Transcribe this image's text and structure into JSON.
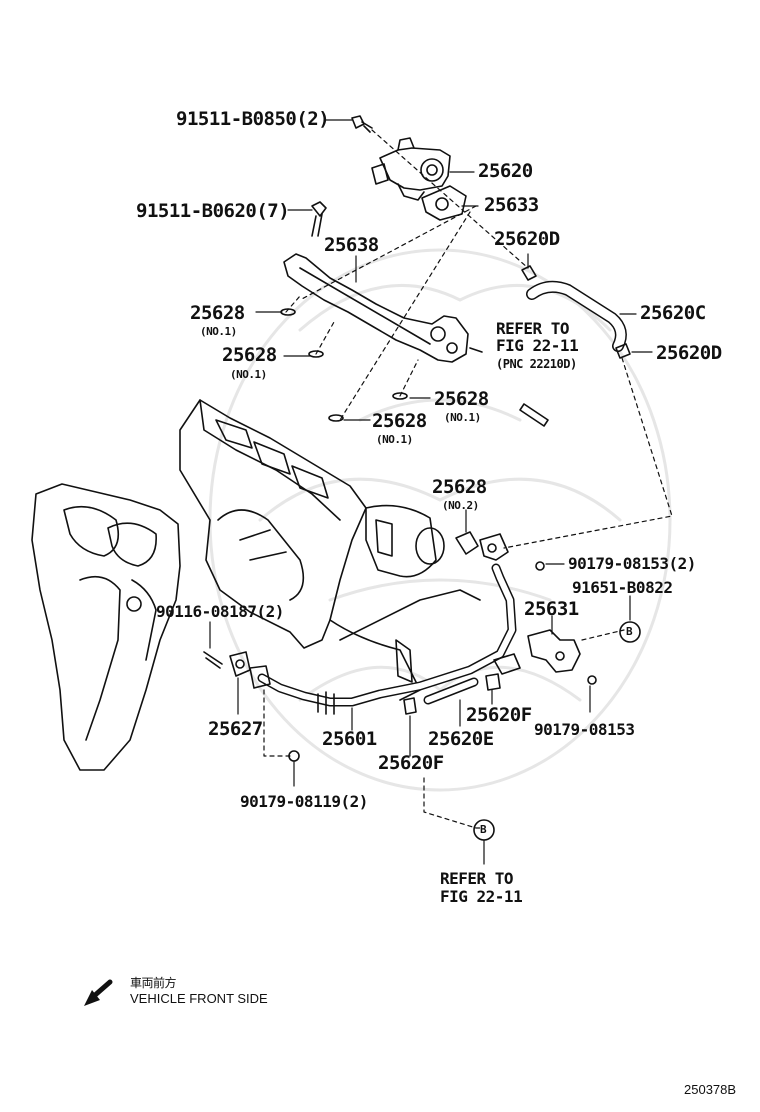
{
  "diagram": {
    "labels": {
      "p91511_b0850": "91511-B0850(2)",
      "p25620": "25620",
      "p25633": "25633",
      "p91511_b0620": "91511-B0620(7)",
      "p25638": "25638",
      "p25620d_top": "25620D",
      "p25620c": "25620C",
      "p25620d_right": "25620D",
      "p25628_a": "25628",
      "p25628_a_note": "(NO.1)",
      "p25628_b": "25628",
      "p25628_b_note": "(NO.1)",
      "p25628_c": "25628",
      "p25628_c_note": "(NO.1)",
      "p25628_d": "25628",
      "p25628_d_note": "(NO.1)",
      "p25628_e": "25628",
      "p25628_e_note": "(NO.2)",
      "p90179_08153_2": "90179-08153(2)",
      "p91651_b0822": "91651-B0822",
      "p25631": "25631",
      "p90116_08187": "90116-08187(2)",
      "p25627": "25627",
      "p25601": "25601",
      "p25620e": "25620E",
      "p25620f_a": "25620F",
      "p25620f_b": "25620F",
      "p90179_08153": "90179-08153",
      "p90179_08119": "90179-08119(2)"
    },
    "refer_top": {
      "line1": "REFER TO",
      "line2": "FIG 22-11",
      "line3": "(PNC 22210D)"
    },
    "refer_bottom": {
      "line1": "REFER TO",
      "line2": "FIG 22-11"
    },
    "callout_letter": "B",
    "legend": {
      "japanese": "車両前方",
      "english": "VEHICLE FRONT SIDE"
    },
    "figure_id": "250378B"
  }
}
